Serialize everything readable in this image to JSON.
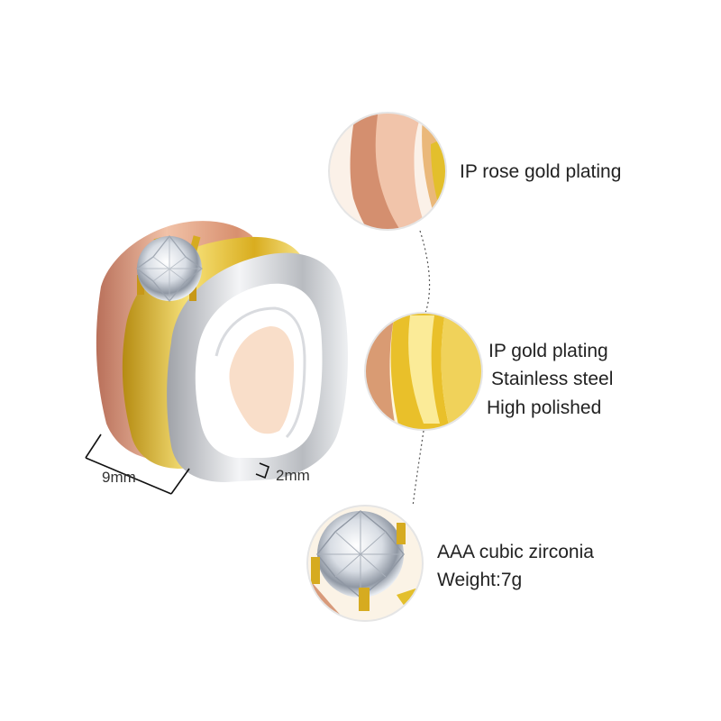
{
  "colors": {
    "rose_gold": "#d99a7c",
    "gold": "#e3bf2c",
    "steel": "#c9cbcf",
    "text": "#222222",
    "background": "#ffffff"
  },
  "dimensions": {
    "width_label": "9mm",
    "band_label": "2mm"
  },
  "callouts": {
    "rose": {
      "line1": "IP rose gold plating"
    },
    "gold": {
      "line1": "IP gold plating",
      "line2": "Stainless steel",
      "line3": "High polished"
    },
    "stone": {
      "line1": "AAA cubic zirconia",
      "line2": "Weight:7g"
    }
  }
}
